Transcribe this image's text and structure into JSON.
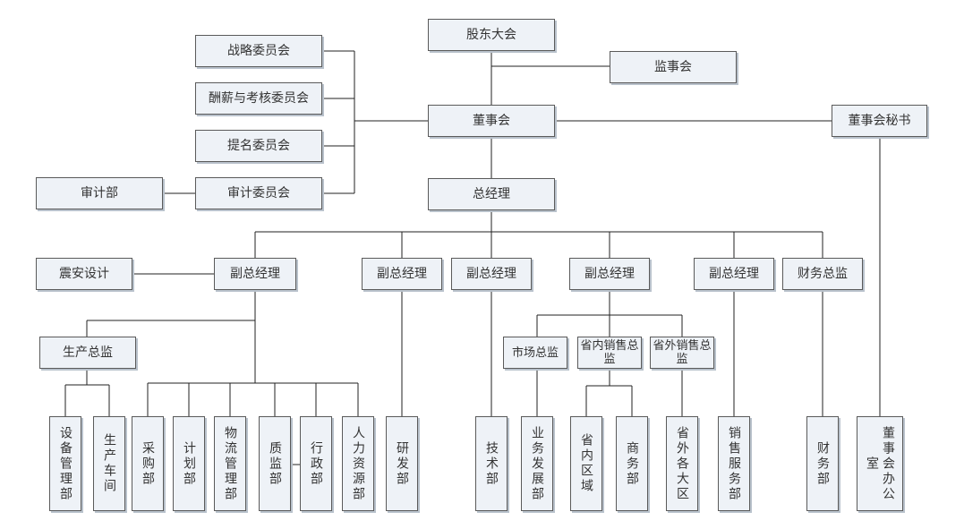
{
  "org_chart": {
    "shareholders_meeting": "股东大会",
    "supervisory_board": "监事会",
    "board_of_directors": "董事会",
    "board_secretary": "董事会秘书",
    "strategy_committee": "战略委员会",
    "compensation_committee": "酬薪与考核委员会",
    "nomination_committee": "提名委员会",
    "audit_committee": "审计委员会",
    "audit_department": "审计部",
    "general_manager": "总经理",
    "design_unit": "震安设计",
    "deputy_gm": "副总经理",
    "finance_director": "财务总监",
    "production_director": "生产总监",
    "marketing_director": "市场总监",
    "in_province_sales_director": "省内销售总监",
    "out_province_sales_director": "省外销售总监",
    "departments": {
      "equipment_management": "设备管理部",
      "production_workshop": "生产车间",
      "procurement": "采购部",
      "planning": "计划部",
      "logistics_management": "物流管理部",
      "quality_supervision": "质监部",
      "administration": "行政部",
      "human_resources": "人力资源部",
      "research_development": "研发部",
      "technology": "技术部",
      "business_development": "业务发展部",
      "in_province_region": "省内区域",
      "commerce": "商务部",
      "out_province_regions": "省外各大区",
      "sales_service": "销售服务部",
      "finance": "财务部",
      "board_office": "董事会办公室"
    }
  }
}
